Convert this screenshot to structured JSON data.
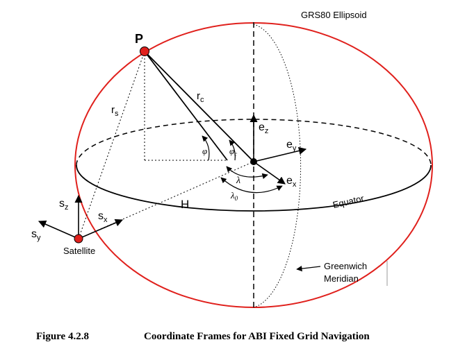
{
  "diagram": {
    "ellipsoid_label": "GRS80 Ellipsoid",
    "point_label": "P",
    "rs_main": "r",
    "rs_sub": "s",
    "rc_main": "r",
    "rc_sub": "c",
    "ez_main": "e",
    "ez_sub": "z",
    "ey_main": "e",
    "ey_sub": "y",
    "ex_main": "e",
    "ex_sub": "x",
    "phi": "φ",
    "phic_main": "φ",
    "phic_sub": "c",
    "lambda": "λ",
    "lambda0_main": "λ",
    "lambda0_sub": "0",
    "h_label": "H",
    "equator_label": "Equator",
    "sz_main": "s",
    "sz_sub": "z",
    "sx_main": "s",
    "sx_sub": "x",
    "sy_main": "s",
    "sy_sub": "y",
    "satellite_label": "Satellite",
    "greenwich_line1": "Greenwich",
    "greenwich_line2": "Meridian"
  },
  "caption": {
    "number": "Figure 4.2.8",
    "title": "Coordinate Frames for ABI Fixed Grid Navigation"
  },
  "colors": {
    "ellipsoid": "#e0201c",
    "point_fill": "#e0201c",
    "line": "#000000"
  }
}
